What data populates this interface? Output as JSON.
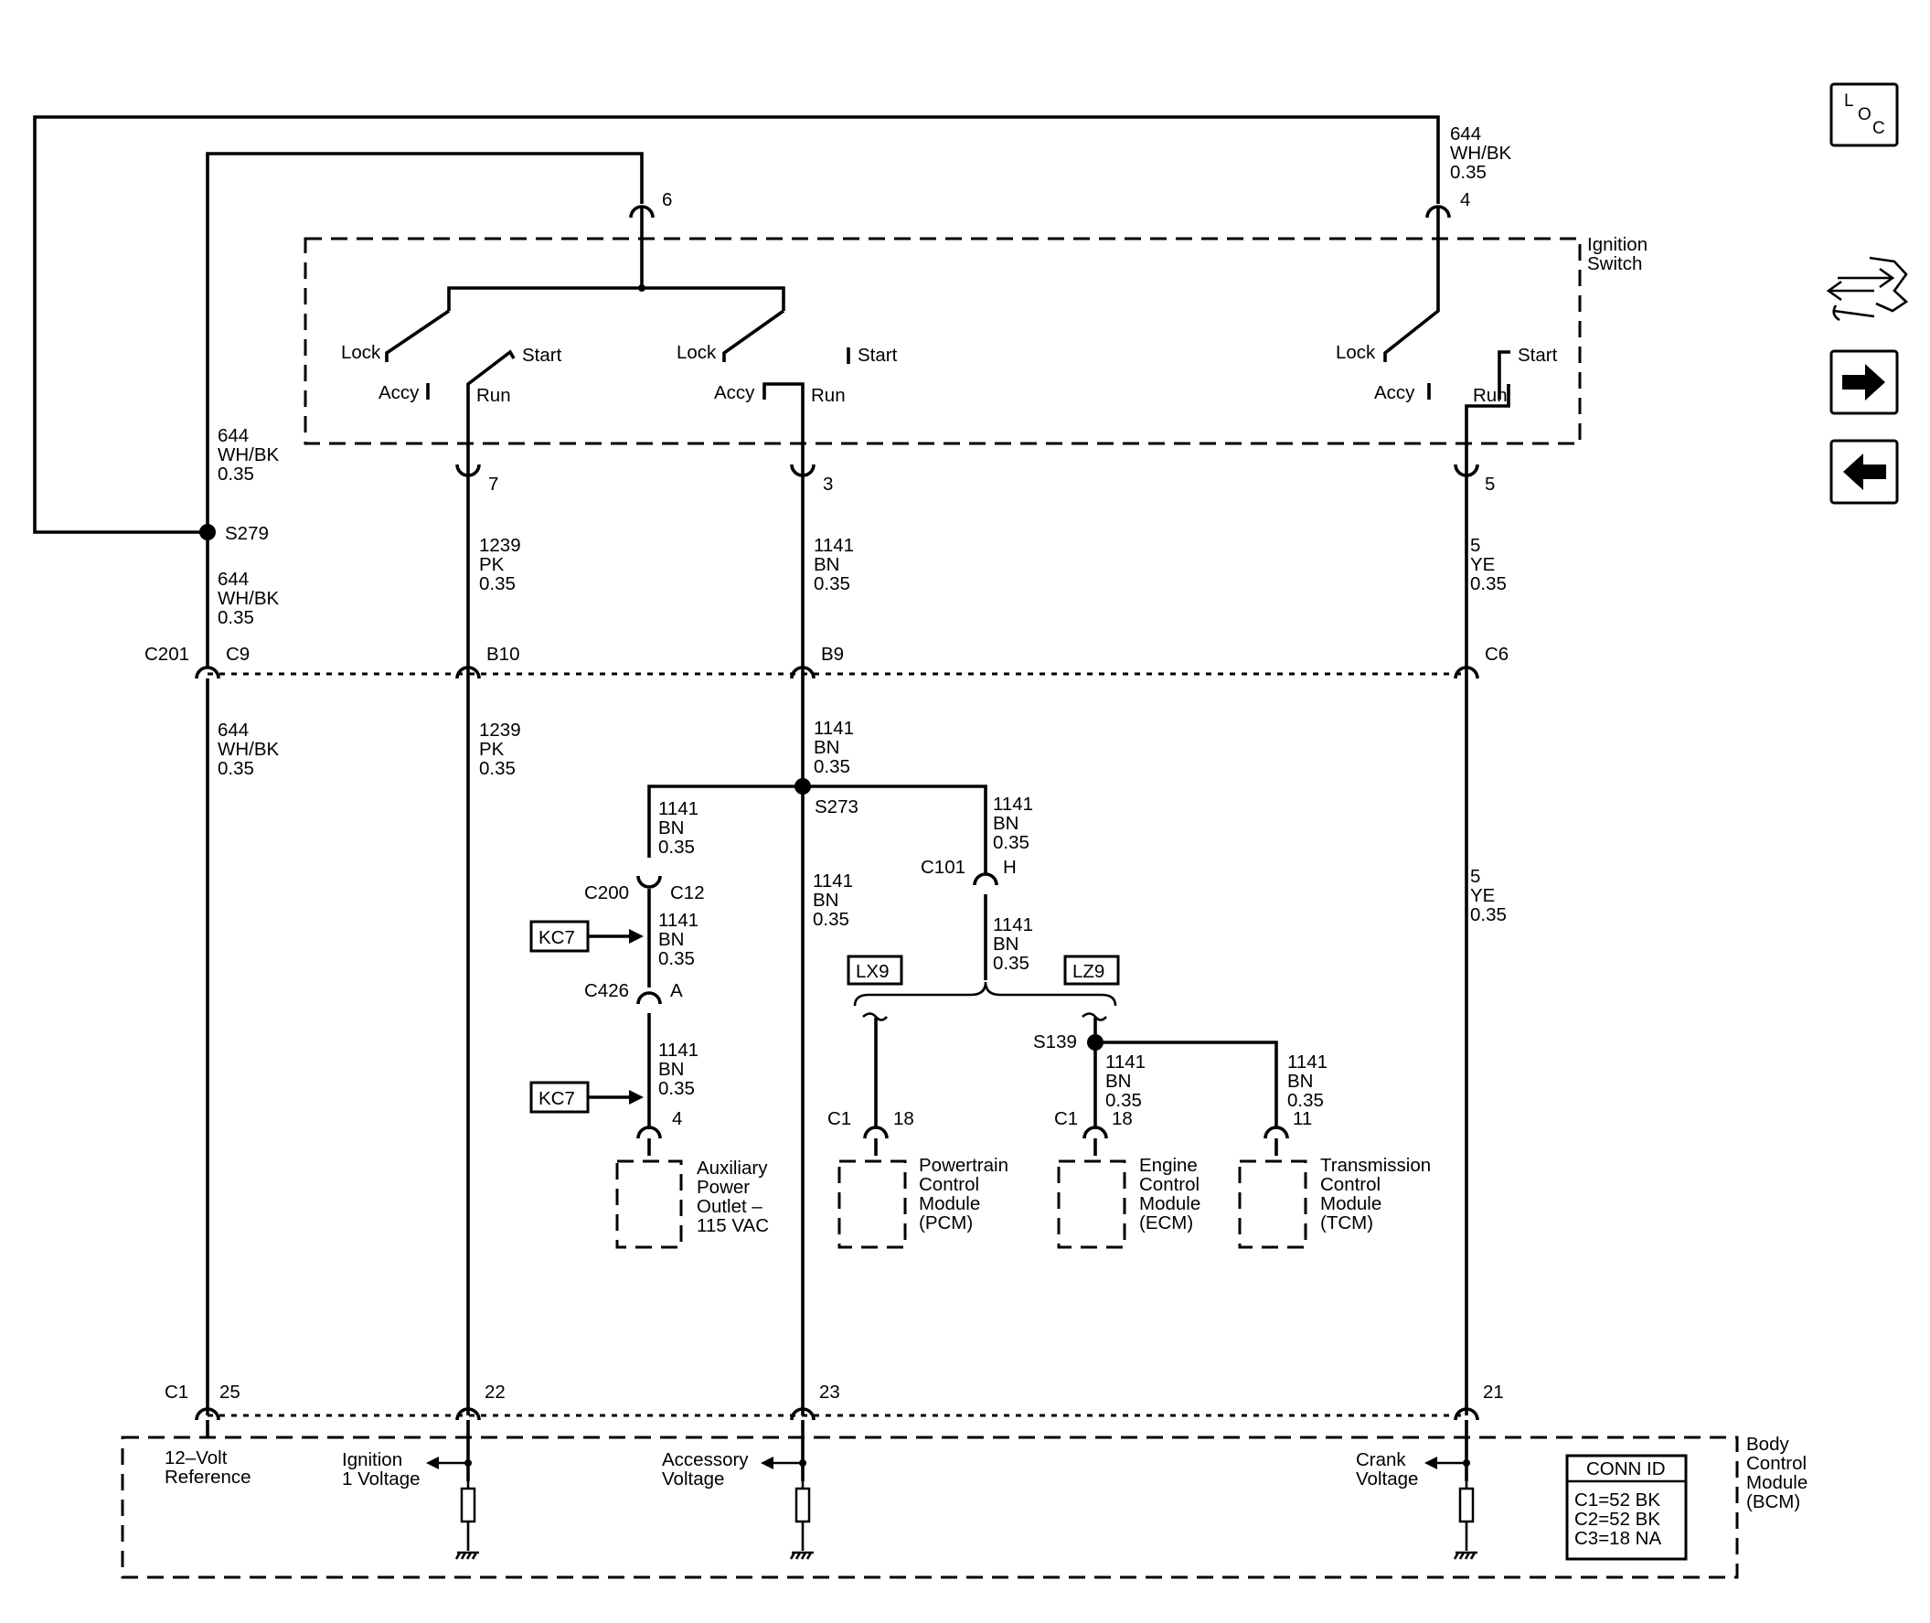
{
  "toolbar": {
    "loc_label": [
      "L",
      "O",
      "C"
    ]
  },
  "ignition_switch": {
    "label": [
      "Ignition",
      "Switch"
    ],
    "positions": {
      "lock": "Lock",
      "accy": "Accy",
      "run": "Run",
      "start": "Start"
    },
    "pins": {
      "top_left": "6",
      "top_right": "4",
      "bottom_1": "7",
      "bottom_2": "3",
      "bottom_3": "5"
    }
  },
  "wires": {
    "w644": [
      "644",
      "WH/BK",
      "0.35"
    ],
    "w1239": [
      "1239",
      "PK",
      "0.35"
    ],
    "w1141": [
      "1141",
      "BN",
      "0.35"
    ],
    "w5": [
      "5",
      "YE",
      "0.35"
    ]
  },
  "splices": {
    "s279": "S279",
    "s273": "S273",
    "s139": "S139"
  },
  "connector_c201": {
    "name": "C201",
    "pins": [
      "C9",
      "B10",
      "B9",
      "C6"
    ]
  },
  "connectors": {
    "c200": {
      "name": "C200",
      "pin": "C12"
    },
    "c426": {
      "name": "C426",
      "pin": "A"
    },
    "c101": {
      "name": "C101",
      "pin": "H"
    },
    "apo_pin": "4",
    "c1": "C1",
    "pcm_pin": "18",
    "ecm_pin": "18",
    "tcm_pin": "11"
  },
  "options": {
    "kc7": "KC7",
    "lx9": "LX9",
    "lz9": "LZ9"
  },
  "components": {
    "apo": [
      "Auxiliary",
      "Power",
      "Outlet –",
      "115 VAC"
    ],
    "pcm": [
      "Powertrain",
      "Control",
      "Module",
      "(PCM)"
    ],
    "ecm": [
      "Engine",
      "Control",
      "Module",
      "(ECM)"
    ],
    "tcm": [
      "Transmission",
      "Control",
      "Module",
      "(TCM)"
    ]
  },
  "bcm": {
    "label": [
      "Body",
      "Control",
      "Module",
      "(BCM)"
    ],
    "connector": "C1",
    "pins": [
      "25",
      "22",
      "23",
      "21"
    ],
    "signals": {
      "ref": [
        "12–Volt",
        "Reference"
      ],
      "ign1": [
        "Ignition",
        "1 Voltage"
      ],
      "acc": [
        "Accessory",
        "Voltage"
      ],
      "crank": [
        "Crank",
        "Voltage"
      ]
    },
    "conn_id": {
      "title": "CONN ID",
      "rows": [
        "C1=52 BK",
        "C2=52 BK",
        "C3=18 NA"
      ]
    }
  }
}
